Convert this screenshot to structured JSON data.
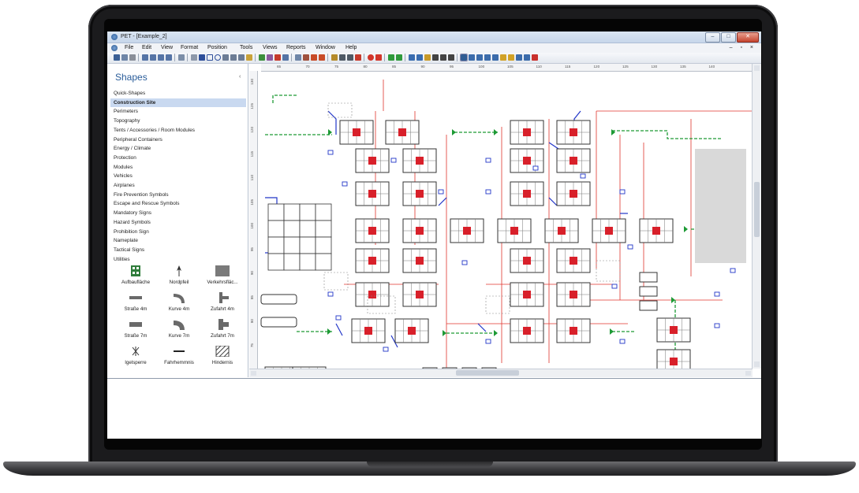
{
  "window": {
    "title": "PET - [Example_2]",
    "minimize": "–",
    "maximize": "□",
    "close": "✕",
    "mdi_controls": "– ▫ ×"
  },
  "menu": [
    "File",
    "Edit",
    "View",
    "Format",
    "Position",
    "Tools",
    "Views",
    "Reports",
    "Window",
    "Help"
  ],
  "panel": {
    "title": "Shapes",
    "collapse": "‹",
    "categories": [
      "Quick-Shapes",
      "Construction Site",
      "Perimeters",
      "Topography",
      "Tents / Accessories / Room Modules",
      "Peripheral Containers",
      "Energy / Climate",
      "Protection",
      "Modules",
      "Vehicles",
      "Airplanes",
      "Fire Prevention Symbols",
      "Escape and Rescue Symbols",
      "Mandatory Signs",
      "Hazard Symbols",
      "Prohibition Sign",
      "Nameplate",
      "Tactical Signs",
      "Utilities"
    ],
    "selected_index": 1,
    "shapes": [
      {
        "label": "Aufbaufläche",
        "icon": "build-area-icon"
      },
      {
        "label": "Nordpfeil",
        "icon": "north-arrow-icon"
      },
      {
        "label": "Verkehrsfläc...",
        "icon": "traffic-area-icon"
      },
      {
        "label": "Straße 4m",
        "icon": "road-4m-icon"
      },
      {
        "label": "Kurve 4m",
        "icon": "curve-4m-icon"
      },
      {
        "label": "Zufahrt 4m",
        "icon": "access-4m-icon"
      },
      {
        "label": "Straße 7m",
        "icon": "road-7m-icon"
      },
      {
        "label": "Kurve 7m",
        "icon": "curve-7m-icon"
      },
      {
        "label": "Zufahrt 7m",
        "icon": "access-7m-icon"
      },
      {
        "label": "Igelsperre",
        "icon": "hedgehog-barrier-icon"
      },
      {
        "label": "Fahrhemmnis",
        "icon": "vehicle-barrier-icon"
      },
      {
        "label": "Hindernis",
        "icon": "obstacle-icon"
      }
    ]
  },
  "ruler": {
    "top_ticks": [
      "65",
      "70",
      "75",
      "80",
      "85",
      "90",
      "95",
      "100",
      "105",
      "110",
      "115",
      "120",
      "125",
      "130",
      "135",
      "140"
    ],
    "left_ticks": [
      "130",
      "125",
      "120",
      "115",
      "110",
      "105",
      "100",
      "95",
      "90",
      "85",
      "80",
      "75"
    ]
  },
  "colors": {
    "wire_red": "#e0342c",
    "wire_blue": "#2236c8",
    "arrow_green": "#1d9a35",
    "module_red": "#d8202a",
    "selection_blue": "#c9d9f0"
  }
}
